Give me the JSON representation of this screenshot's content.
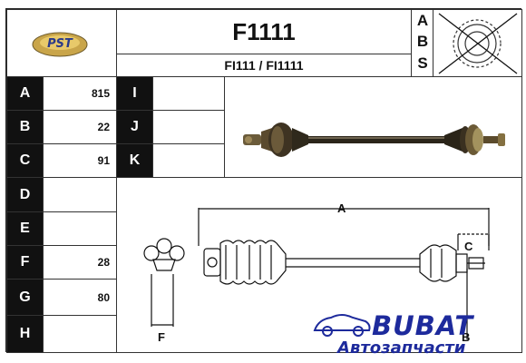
{
  "header": {
    "logo_text": "PST",
    "part_number": "F1111",
    "cross_refs": "FI111 / FI1111",
    "abs_letters": [
      "A",
      "B",
      "S"
    ]
  },
  "specs_left": [
    {
      "letter": "A",
      "value": "815"
    },
    {
      "letter": "B",
      "value": "22"
    },
    {
      "letter": "C",
      "value": "91"
    },
    {
      "letter": "D",
      "value": ""
    },
    {
      "letter": "E",
      "value": ""
    },
    {
      "letter": "F",
      "value": "28"
    },
    {
      "letter": "G",
      "value": "80"
    },
    {
      "letter": "H",
      "value": ""
    }
  ],
  "specs_right": [
    {
      "letter": "I",
      "value": ""
    },
    {
      "letter": "J",
      "value": ""
    },
    {
      "letter": "K",
      "value": ""
    }
  ],
  "diagram": {
    "label_a": "A",
    "label_b": "B",
    "label_c": "C",
    "label_f": "F"
  },
  "watermark": {
    "brand": "BUBAT",
    "tagline": "Автозапчасти",
    "color": "#1d2a9c"
  }
}
